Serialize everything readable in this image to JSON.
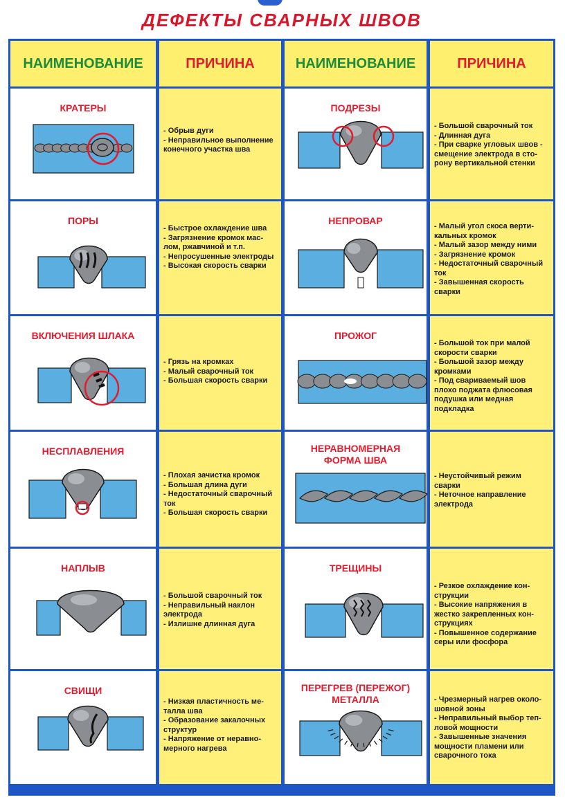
{
  "title": "ДЕФЕКТЫ СВАРНЫХ ШВОВ",
  "headers": [
    "НАИМЕНОВАНИЕ",
    "ПРИЧИНА",
    "НАИМЕНОВАНИЕ",
    "ПРИЧИНА"
  ],
  "colors": {
    "frame": "#1f56c5",
    "name_cell": "#ffffff",
    "reason_cell": "#fff07a",
    "header_cell": "#ffef6e",
    "title_red": "#d8172b",
    "header_green": "#1c8c3a",
    "defect_red": "#e31b2e",
    "metal_blue": "#5aaee0",
    "weld_gray": "#8a8d91"
  },
  "rows": [
    {
      "left": {
        "name": "КРАТЕРЫ",
        "icon": "crater-icon",
        "reason": "- Обрыв дуги\n- Неправильное выполнение\nконечного участка шва"
      },
      "right": {
        "name": "ПОДРЕЗЫ",
        "icon": "undercut-icon",
        "reason": "- Большой сварочный ток\n- Длинная дуга\n- При сварке угловых швов -\nсмещение электрода в сто-\nрону вертикальной стенки"
      }
    },
    {
      "left": {
        "name": "ПОРЫ",
        "icon": "pores-icon",
        "reason": "- Быстрое охлаждение шва\n- Загрязнение кромок мас-\nлом, ржавчиной и т.п.\n- Непросушенные электроды\n- Высокая скорость сварки"
      },
      "right": {
        "name": "НЕПРОВАР",
        "icon": "lack-of-penetration-icon",
        "reason": "- Малый угол скоса верти-\nкальных кромок\n- Малый зазор между ними\n- Загрязнение кромок\n- Недостаточный сварочный\nток\n- Завышенная скорость\nсварки"
      }
    },
    {
      "left": {
        "name": "ВКЛЮЧЕНИЯ ШЛАКА",
        "icon": "slag-inclusion-icon",
        "reason": "- Грязь на кромках\n- Малый сварочный ток\n- Большая скорость сварки"
      },
      "right": {
        "name": "ПРОЖОГ",
        "icon": "burn-through-icon",
        "reason": "- Большой ток при малой\nскорости сварки\n- Большой зазор между\nкромками\n- Под свариваемый шов\nплохо поджата флюсовая\nподушка или медная\nподкладка"
      }
    },
    {
      "left": {
        "name": "НЕСПЛАВЛЕНИЯ",
        "icon": "lack-of-fusion-icon",
        "reason": "- Плохая зачистка кромок\n- Большая длина дуги\n- Недостаточный сварочный\nток\n- Большая скорость сварки"
      },
      "right": {
        "name": "НЕРАВНОМЕРНАЯ\nФОРМА ШВА",
        "icon": "uneven-weld-icon",
        "reason": "- Неустойчивый режим\nсварки\n- Неточное направление\nэлектрода"
      }
    },
    {
      "left": {
        "name": "НАПЛЫВ",
        "icon": "overlap-icon",
        "reason": "- Большой сварочный ток\n- Неправильный наклон\nэлектрода\n- Излишне длинная дуга"
      },
      "right": {
        "name": "ТРЕЩИНЫ",
        "icon": "cracks-icon",
        "reason": "- Резкое охлаждение кон-\nструкции\n- Высокие напряжения в\nжестко закрепленных кон-\nструкциях\n- Повышенное содержание\nсеры или фосфора"
      }
    },
    {
      "left": {
        "name": "СВИЩИ",
        "icon": "fistula-icon",
        "reason": "- Низкая пластичность ме-\nталла шва\n- Образование закалочных\nструктур\n- Напряжение от неравно-\nмерного нагрева"
      },
      "right": {
        "name": "ПЕРЕГРЕВ (ПЕРЕЖОГ)\nМЕТАЛЛА",
        "icon": "overheating-icon",
        "reason": "- Чрезмерный нагрев около-\nшовной зоны\n- Неправильный выбор теп-\nловой мощности\n- Завышенные значения\nмощности пламени или\nсварочного тока"
      }
    }
  ]
}
